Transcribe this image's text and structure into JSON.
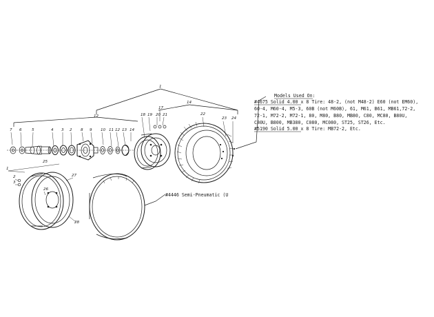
{
  "callouts": {
    "models_heading": "Models Used On:",
    "lines": [
      "#4675 Solid 4.00 x 8 Tire:  48-2, (not M48-2) E60 (not EM60),",
      "60-4, M60-4, M5-3, 60B (not M60B), 61, M61, B61, MB61,72-2,",
      "72-1, M72-2, M72-1, 80, M80, B80, MB80, C80, MC80, B80U,",
      "C80U, B800, MB380, C080, MC080, ST25, ST26, Etc.",
      "#5190 Solid 5.00 x 8 Tire:  MB72-2, Etc."
    ],
    "semi_pneumatic": "#4446 Semi-Pneumatic (U"
  },
  "part_numbers": {
    "assembly": "1",
    "hub_group": "12",
    "tire_group": "14",
    "top_row": [
      "7",
      "6",
      "5",
      "4",
      "3",
      "2",
      "8",
      "9",
      "10",
      "11",
      "12",
      "13",
      "14"
    ],
    "rim_labels": [
      "18",
      "19",
      "20",
      "21",
      "17",
      "22",
      "23",
      "24"
    ],
    "lower_labels": [
      "1",
      "2",
      "3",
      "25",
      "26",
      "27",
      "28"
    ]
  }
}
